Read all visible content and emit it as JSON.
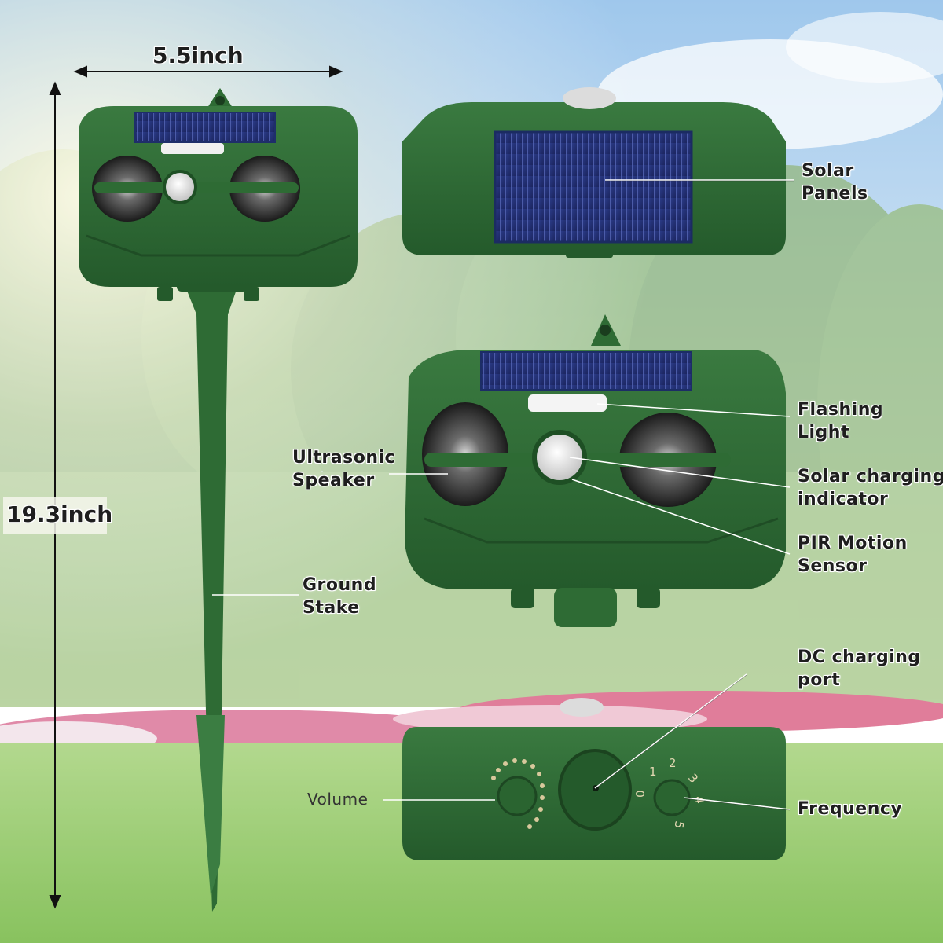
{
  "dimensions": {
    "width": "5.5inch",
    "height": "19.3inch"
  },
  "labels": {
    "solar_panels": [
      "Solar",
      "Panels"
    ],
    "flashing_light": [
      "Flashing",
      "Light"
    ],
    "ultrasonic_speaker": [
      "Ultrasonic",
      "Speaker"
    ],
    "solar_charging_indicator": [
      "Solar charging",
      "indicator"
    ],
    "pir_motion_sensor": [
      "PIR Motion",
      "Sensor"
    ],
    "ground_stake": [
      "Ground",
      "Stake"
    ],
    "dc_charging_port": [
      "DC charging",
      "port"
    ],
    "volume": "Volume",
    "frequency": "Frequency"
  },
  "frequency_dial": [
    "0",
    "1",
    "2",
    "3",
    "4",
    "5"
  ],
  "colors": {
    "device_green": "#2f6a36",
    "device_dark": "#1f4d25",
    "solar_blue": "#23306f",
    "sky": "#9cc6ea",
    "grass": "#7bbf4a"
  }
}
